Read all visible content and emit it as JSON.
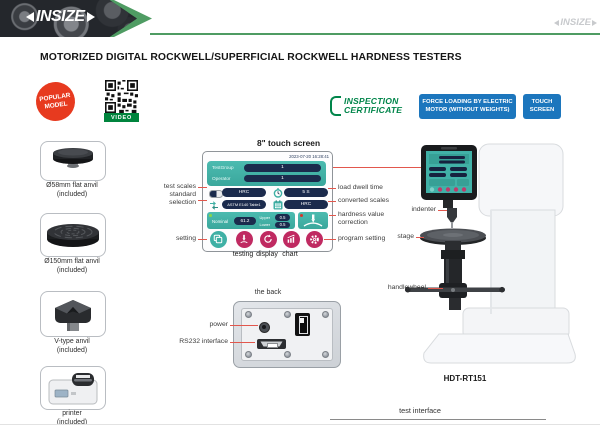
{
  "header": {
    "logo": "INSIZE",
    "watermark": "INSIZE"
  },
  "title": "MOTORIZED DIGITAL ROCKWELL/SUPERFICIAL ROCKWELL HARDNESS TESTERS",
  "badges": {
    "popular_top": "POPULAR",
    "popular_bottom": "MODEL",
    "video": "VIDEO",
    "inspection_top": "INSPECTION",
    "inspection_bottom": "CERTIFICATE",
    "force_top": "FORCE LOADING BY ELECTRIC",
    "force_bottom": "MOTOR (WITHOUT WEIGHTS)",
    "touch_top": "TOUCH",
    "touch_bottom": "SCREEN"
  },
  "accessories": [
    {
      "name": "Ø58mm flat anvil",
      "note": "(included)"
    },
    {
      "name": "Ø150mm flat anvil",
      "note": "(included)"
    },
    {
      "name": "V-type anvil",
      "note": "(included)"
    },
    {
      "name": "printer",
      "note": "(included)"
    }
  ],
  "screen": {
    "title": "8\" touch screen",
    "datetime": "2023-07-20 16:28:41",
    "test_group_label": "TestGroup",
    "test_group_value": "1",
    "operator_label": "Operator",
    "operator_value": "1",
    "test_scales_value": "HRC",
    "standard_value": "ASTM E140 Table1",
    "dwell_value": "5 S",
    "converted_value": "HRC",
    "nominal_label": "Nominal",
    "nominal_value": "61.2",
    "upper_label": "Upper",
    "upper_value": "0.5",
    "lower_label": "Lower",
    "lower_value": "0.5"
  },
  "callouts": {
    "test_scales": "test scales",
    "standard_selection": "standard selection",
    "setting": "setting",
    "load_dwell": "load dwell time",
    "converted_scales": "converted scales",
    "hardness_correction": "hardness value correction",
    "program_setting": "program setting",
    "testing": "testing",
    "display": "display",
    "chart": "chart"
  },
  "back": {
    "title": "the back",
    "power": "power",
    "rs232": "RS232 interface"
  },
  "machine": {
    "model": "HDT-RT151",
    "indenter": "indenter",
    "stage": "stage",
    "handlewheel": "handlewheel"
  },
  "footer": {
    "next_section_title": "test interface"
  }
}
